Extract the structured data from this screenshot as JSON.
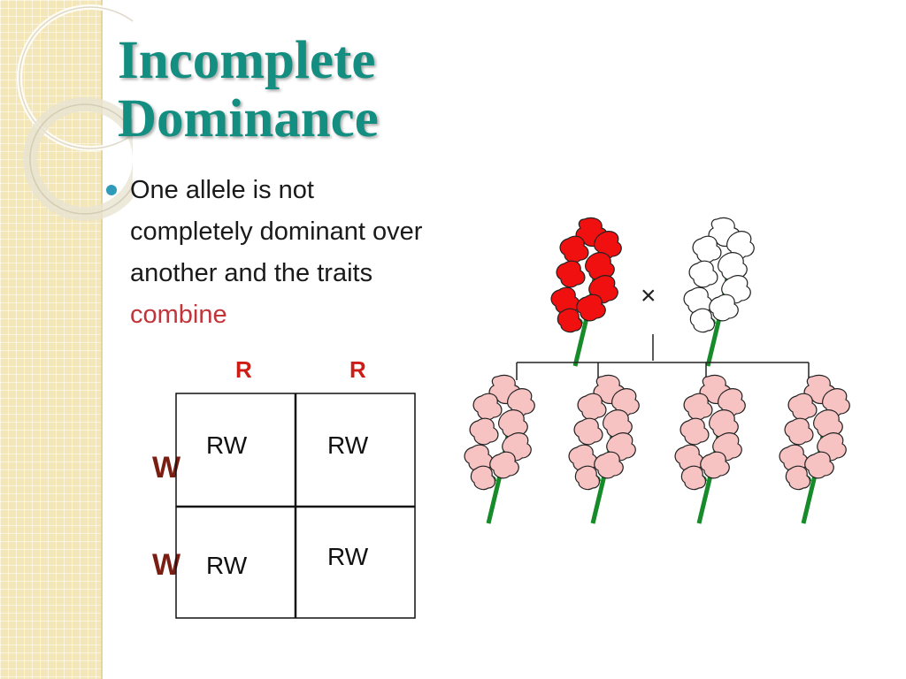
{
  "slide": {
    "title_line1": "Incomplete",
    "title_line2": "Dominance",
    "bullet_part1": "One allele is not completely dominant over another and the traits",
    "bullet_highlight": "combine",
    "cross_symbol": "×"
  },
  "punnett": {
    "column_alleles": [
      "R",
      "R"
    ],
    "row_alleles": [
      "W",
      "W"
    ],
    "cells": [
      [
        "RW",
        "RW"
      ],
      [
        "RW",
        "RW"
      ]
    ]
  },
  "colors": {
    "title": "#138e80",
    "highlight": "#c0343a",
    "allele_r": "#cc1d16",
    "allele_w": "#7a1e14",
    "parent_red_flower": "#f01010",
    "parent_white_flower": "#ffffff",
    "offspring_pink_flower": "#f6c2c2",
    "stem": "#178a2a"
  },
  "icons": {
    "bullet": "bullet-dot-icon",
    "red_flower": "red-snapdragon-icon",
    "white_flower": "white-snapdragon-icon",
    "pink_flower": "pink-snapdragon-icon"
  }
}
